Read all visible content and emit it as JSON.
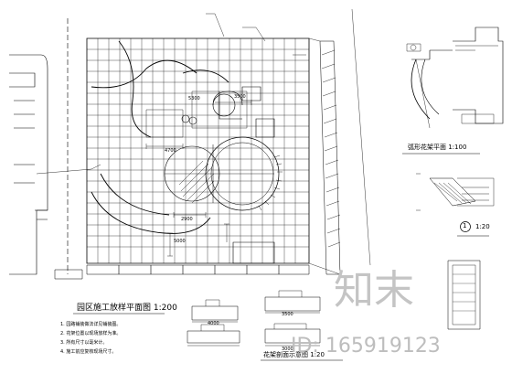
{
  "drawing": {
    "title_main": "园区施工放样平面图  1:200",
    "title_detail": "弧形花架平面  1:100",
    "title_detail2": "1:20",
    "title_section": "花架剖面示意图  1:20",
    "section_number": "1",
    "notes": [
      "1. 园路铺装做法详见铺装图。",
      "2. 花架位置以现场放样为准。",
      "3. 所有尺寸以毫米计。",
      "4. 施工前应复核现场尺寸。"
    ],
    "dimensions": [
      "4700",
      "3500",
      "5300",
      "2900",
      "5000",
      "4000",
      "3500",
      "3000"
    ],
    "watermark_cn": "知末",
    "watermark_id": "ID: 165919123"
  }
}
